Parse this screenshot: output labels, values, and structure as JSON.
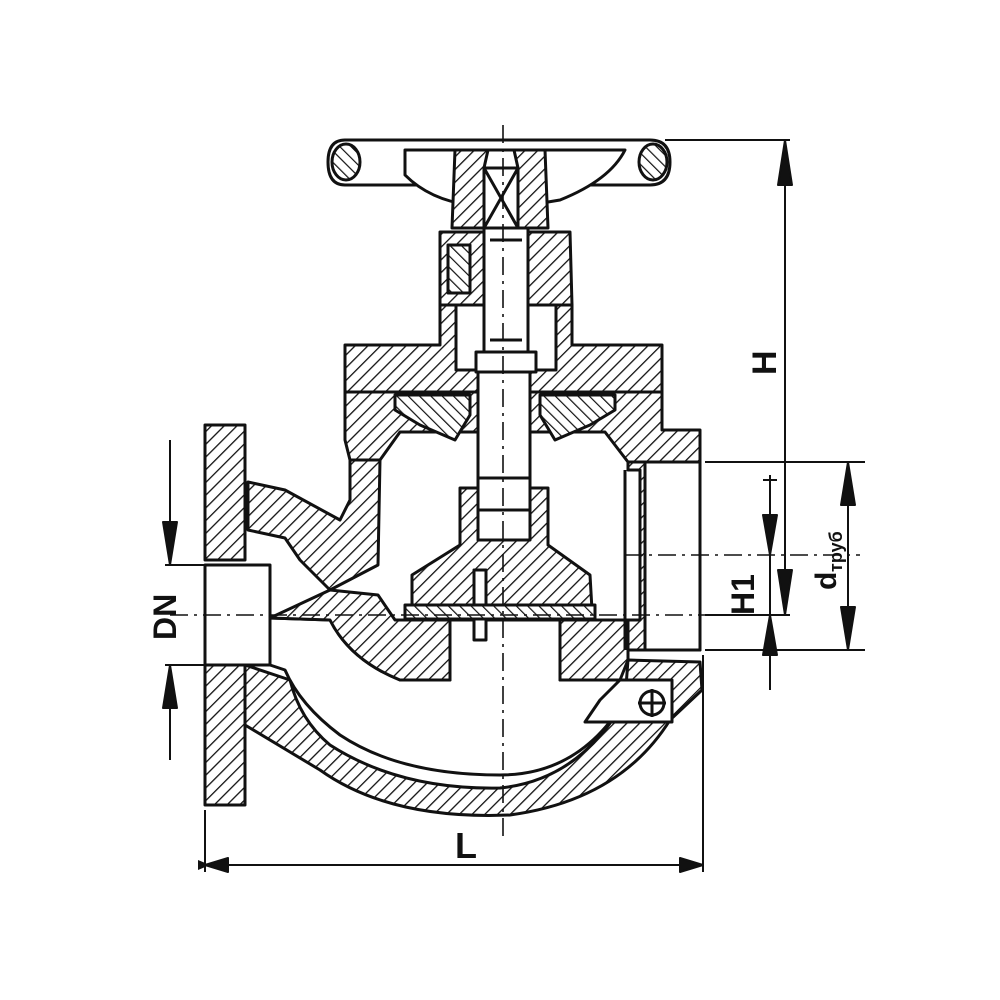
{
  "drawing": {
    "title": "",
    "dimensions": {
      "length_label": "L",
      "height_label": "H",
      "height1_label": "H1",
      "nominal_diameter_label": "DN",
      "pipe_diameter_main": "d",
      "pipe_diameter_sub": "труб"
    }
  },
  "colors": {
    "ink": "#111111",
    "paper": "#ffffff"
  }
}
